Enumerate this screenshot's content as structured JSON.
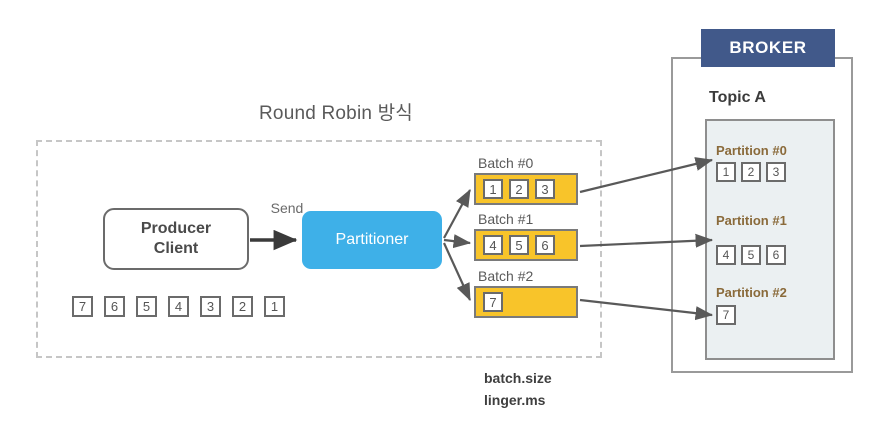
{
  "diagram": {
    "title": "Round Robin 방식",
    "producer": {
      "client_label_line1": "Producer",
      "client_label_line2": "Client",
      "send_label": "Send",
      "partitioner_label": "Partitioner",
      "queue_messages": [
        "7",
        "6",
        "5",
        "4",
        "3",
        "2",
        "1"
      ]
    },
    "batches": [
      {
        "label": "Batch #0",
        "messages": [
          "1",
          "2",
          "3"
        ]
      },
      {
        "label": "Batch #1",
        "messages": [
          "4",
          "5",
          "6"
        ]
      },
      {
        "label": "Batch #2",
        "messages": [
          "7"
        ]
      }
    ],
    "batch_config": {
      "line1": "batch.size",
      "line2": "linger.ms"
    },
    "broker": {
      "header": "BROKER",
      "topic": "Topic A",
      "partitions": [
        {
          "label": "Partition #0",
          "messages": [
            "1",
            "2",
            "3"
          ]
        },
        {
          "label": "Partition #1",
          "messages": [
            "4",
            "5",
            "6"
          ]
        },
        {
          "label": "Partition #2",
          "messages": [
            "7"
          ]
        }
      ]
    },
    "colors": {
      "partitioner_blue": "#3EB0E8",
      "batch_orange": "#F8C42A",
      "broker_navy": "#41598A",
      "topic_panel": "#EBF0F2",
      "arrow_gray": "#595959",
      "dashed_border": "#c6c6c6",
      "partition_label": "#8a6a3a"
    }
  }
}
